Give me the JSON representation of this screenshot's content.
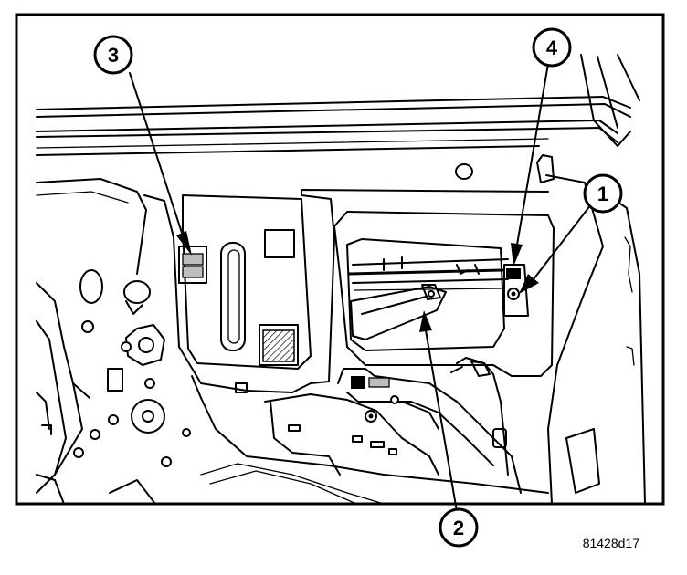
{
  "figure_id": "81428d17",
  "callouts": [
    {
      "number": "1"
    },
    {
      "number": "2"
    },
    {
      "number": "3"
    },
    {
      "number": "4"
    }
  ]
}
